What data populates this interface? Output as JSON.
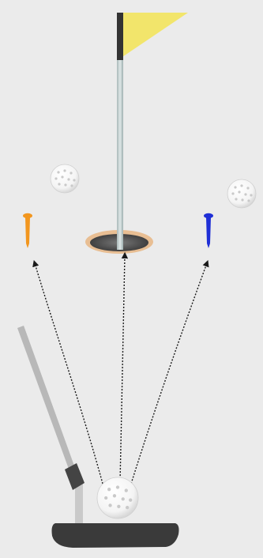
{
  "scene": {
    "background_color": "#ebebeb",
    "flag": {
      "icon": "golf-flag-icon",
      "flag_color": "#f2e56b",
      "pole_color": "#c5d2d2",
      "pole_cap_color": "#333333"
    },
    "hole": {
      "icon": "golf-hole-icon",
      "rim_color": "#e8b98a",
      "inner_color": "#555555"
    },
    "tees": [
      {
        "name": "orange-tee",
        "icon": "golf-tee-icon",
        "color": "#f2961e"
      },
      {
        "name": "blue-tee",
        "icon": "golf-tee-icon",
        "color": "#1f2fd6"
      }
    ],
    "balls": [
      {
        "name": "ball-left",
        "icon": "golf-ball-icon"
      },
      {
        "name": "ball-right",
        "icon": "golf-ball-icon"
      },
      {
        "name": "ball-putted",
        "icon": "golf-ball-icon"
      }
    ],
    "putter": {
      "icon": "golf-putter-icon",
      "shaft_color": "#b8b8b8",
      "grip_color": "#444444",
      "head_color": "#3a3a3a"
    },
    "trajectories": {
      "icon": "dotted-arrow-icon",
      "color": "#1a1a1a",
      "count": 3
    }
  }
}
